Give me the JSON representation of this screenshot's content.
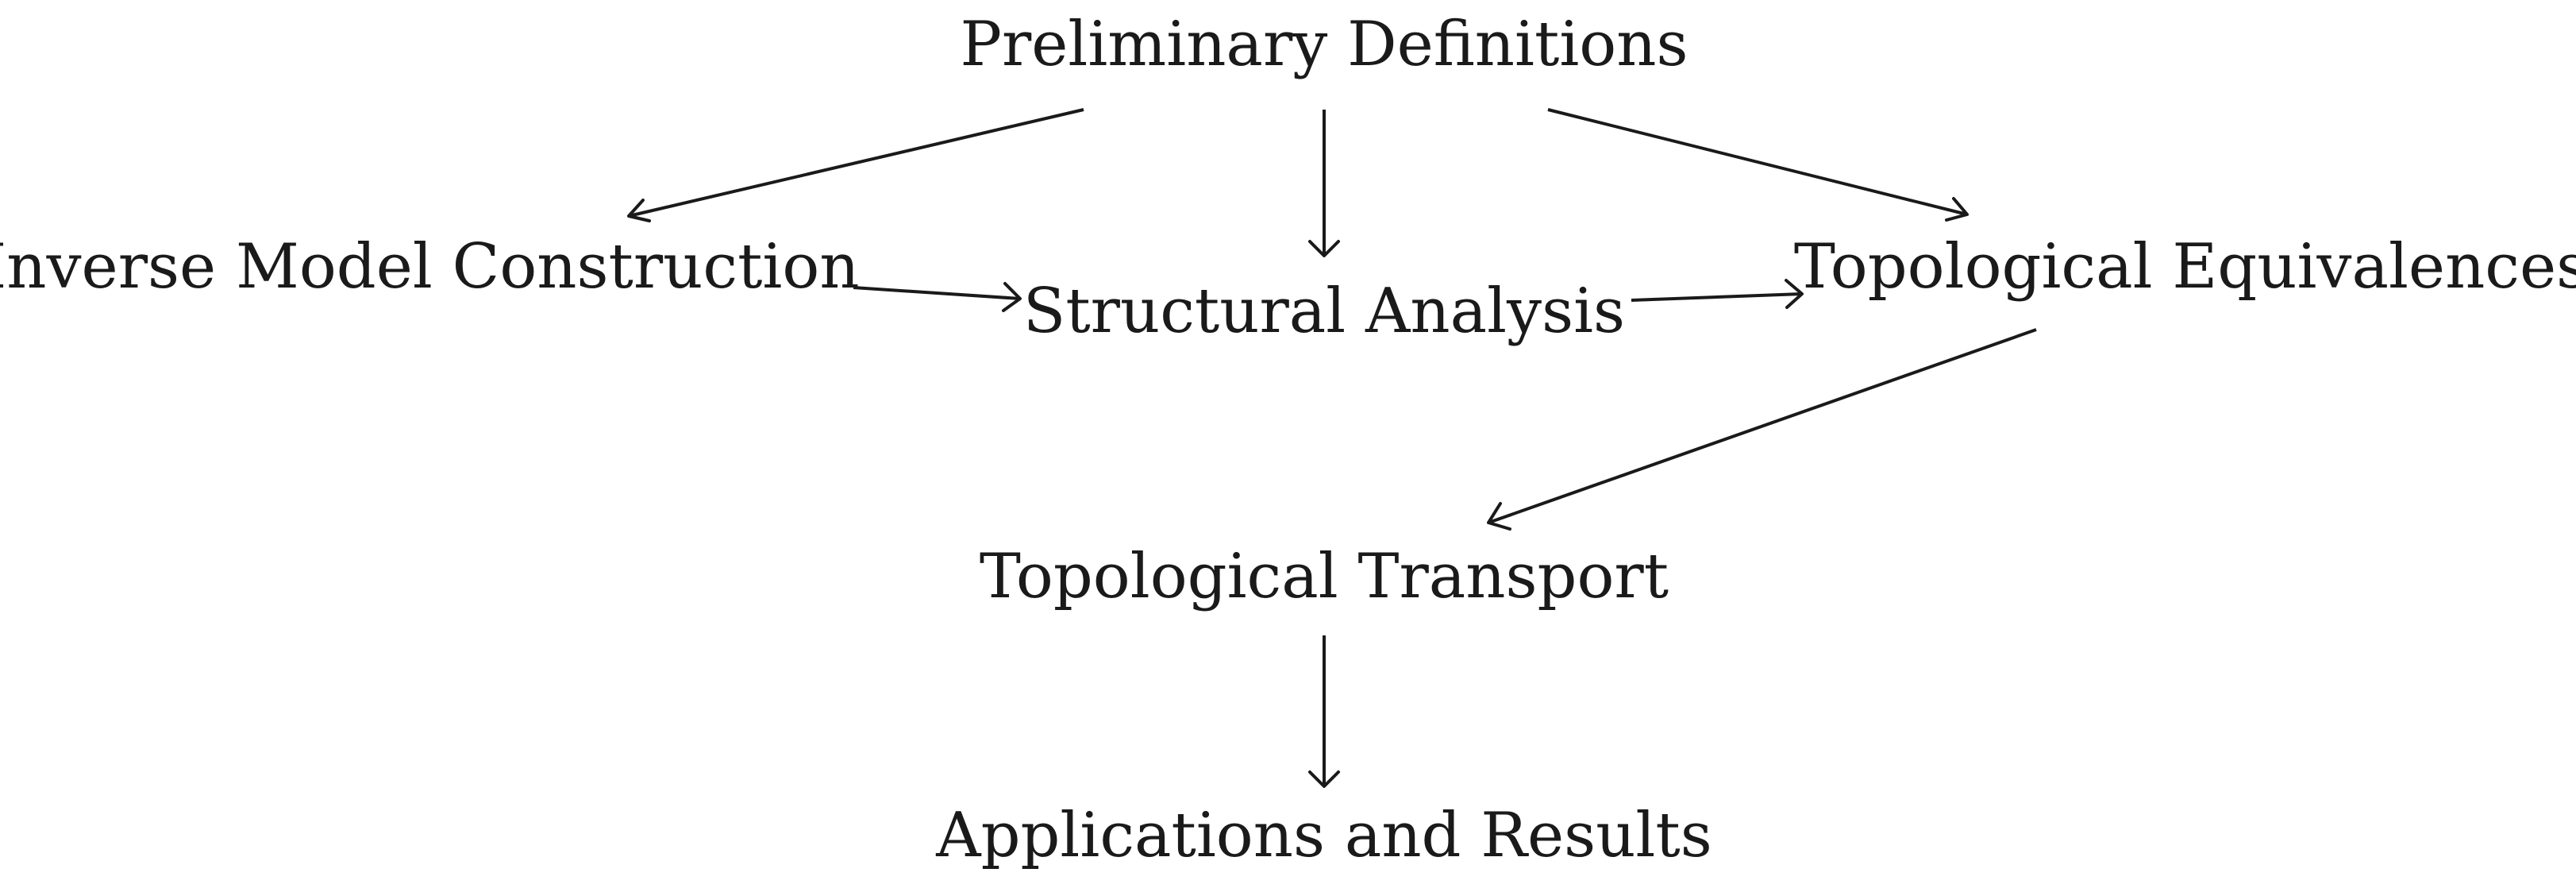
{
  "nodes": {
    "preliminary": "Preliminary Definitions",
    "inverse": "Inverse Model Construction",
    "structural": "Structural Analysis",
    "topological_eq": "Topological Equivalences",
    "transport": "Topological Transport",
    "applications": "Applications and Results"
  },
  "edges": [
    {
      "from": "preliminary",
      "to": "inverse"
    },
    {
      "from": "preliminary",
      "to": "structural"
    },
    {
      "from": "preliminary",
      "to": "topological_eq"
    },
    {
      "from": "inverse",
      "to": "structural"
    },
    {
      "from": "structural",
      "to": "topological_eq"
    },
    {
      "from": "topological_eq",
      "to": "transport"
    },
    {
      "from": "transport",
      "to": "applications"
    }
  ],
  "colors": {
    "ink": "#1a1a1a",
    "background": "#ffffff"
  }
}
